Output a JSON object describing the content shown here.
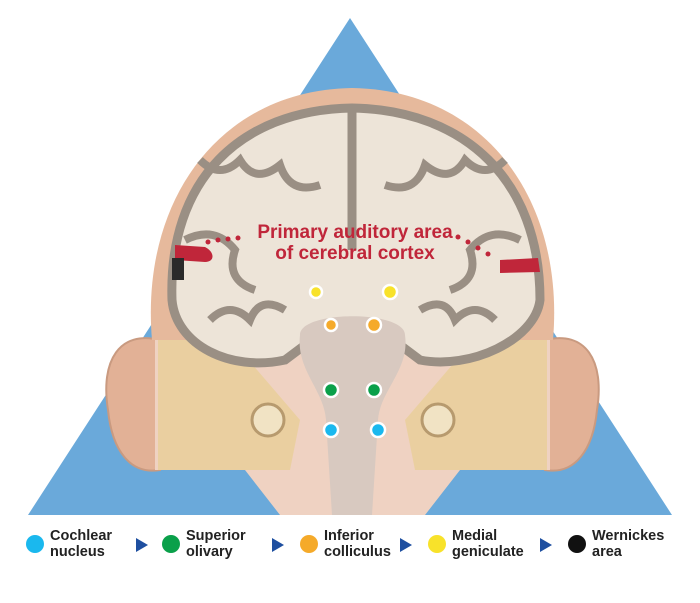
{
  "diagram": {
    "label_line1": "Primary auditory area",
    "label_line2": "of cerebral cortex",
    "colors": {
      "triangle": "#6aa9da",
      "skin": "#e6b99c",
      "brain_fold": "#9a8f84",
      "auditory_area": "#c0263a",
      "wernicke": "#2a2a2a",
      "arrow": "#1e4fa0"
    }
  },
  "legend": [
    {
      "label": "Cochlear nucleus",
      "line1": "Cochlear",
      "line2": "nucleus",
      "color": "#1ab8ee"
    },
    {
      "label": "Superior olivary",
      "line1": "Superior",
      "line2": "olivary",
      "color": "#0aa04a"
    },
    {
      "label": "Inferior colliculus",
      "line1": "Inferior",
      "line2": "colliculus",
      "color": "#f5aa2a"
    },
    {
      "label": "Medial geniculate",
      "line1": "Medial",
      "line2": "geniculate",
      "color": "#f8e22a"
    },
    {
      "label": "Wernickes area",
      "line1": "Wernickes",
      "line2": "area",
      "color": "#111111"
    }
  ]
}
